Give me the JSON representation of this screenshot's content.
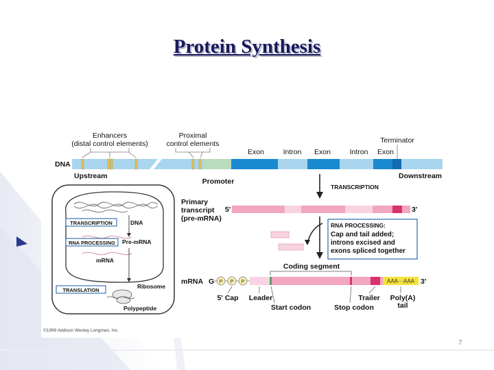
{
  "slide": {
    "title": "Protein Synthesis",
    "page_number": "7"
  },
  "diagram": {
    "labels": {
      "enhancers": "Enhancers",
      "enhancers_sub": "(distal control elements)",
      "proximal": "Proximal",
      "proximal_sub": "control elements",
      "terminator": "Terminator",
      "exon1": "Exon",
      "intron1": "Intron",
      "exon2": "Exon",
      "intron2": "Intron",
      "exon3": "Exon",
      "dna": "DNA",
      "upstream": "Upstream",
      "promoter": "Promoter",
      "downstream": "Downstream",
      "transcription_step": "TRANSCRIPTION",
      "primary1": "Primary",
      "primary2": "transcript",
      "primary3": "(pre-mRNA)",
      "five_prime": "5'",
      "three_prime": "3'",
      "rna_processing1": "RNA PROCESSING:",
      "rna_processing2": "Cap and tail added;",
      "rna_processing3": "introns excised and",
      "rna_processing4": "exons spliced together",
      "coding_segment": "Coding segment",
      "mrna": "mRNA",
      "g": "G",
      "p": "P",
      "poly_a": "AAA···AAA",
      "five_cap": "5' Cap",
      "leader": "Leader",
      "start_codon": "Start codon",
      "stop_codon": "Stop codon",
      "trailer": "Trailer",
      "poly_a_tail1": "Poly(A)",
      "poly_a_tail2": "tail",
      "cell_transcription": "TRANSCRIPTION",
      "cell_dna": "DNA",
      "cell_rna_processing": "RNA PROCESSING",
      "cell_pre_mrna": "Pre-mRNA",
      "cell_mrna": "mRNA",
      "cell_translation": "TRANSLATION",
      "cell_ribosome": "Ribosome",
      "cell_polypeptide": "Polypeptide",
      "copyright": "©1999 Addison Wesley Longman, Inc."
    },
    "colors": {
      "dna": "#a9d6ee",
      "exon": "#1a8ad0",
      "terminator": "#136bb0",
      "promoter": "#b9dcbc",
      "control": "#e3c356",
      "rna": "#f2a6c2",
      "rna_light": "#f8d3e1",
      "stop": "#d8316c",
      "polya": "#f4e23c",
      "box_border": "#2a68b0"
    }
  }
}
